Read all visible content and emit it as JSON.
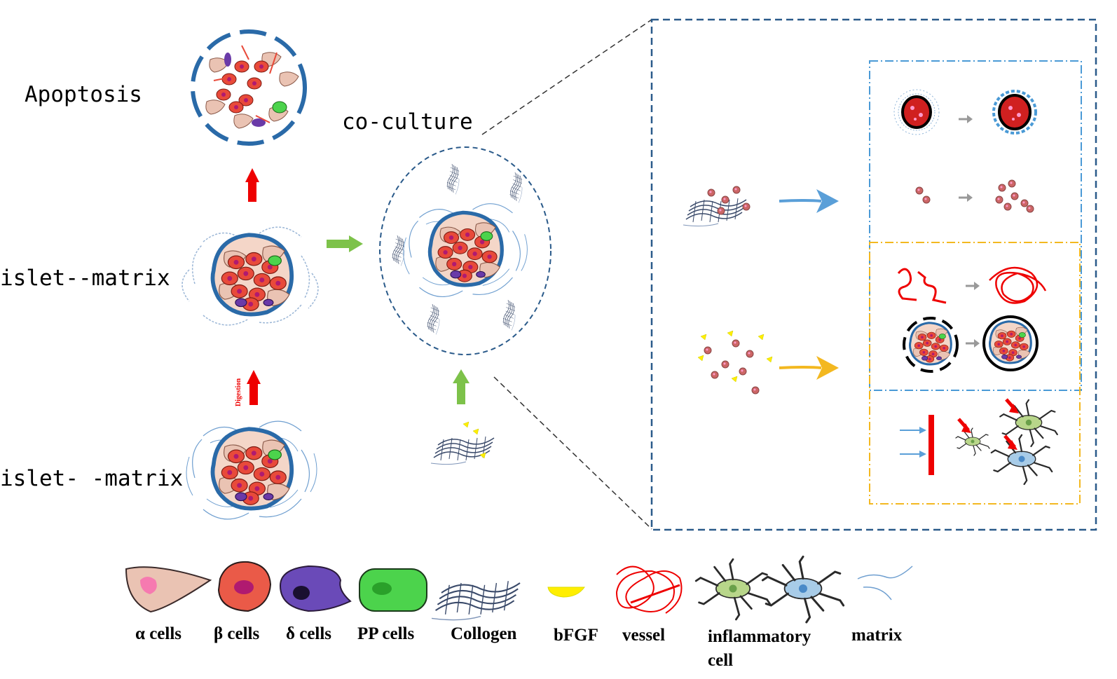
{
  "labels": {
    "apoptosis": "Apoptosis",
    "islet_matrix_upper": "islet--matrix",
    "islet_matrix_lower": "islet- -matrix",
    "co_culture": "co-culture",
    "digestion": "Digestion"
  },
  "legend": {
    "alpha": "α cells",
    "beta": "β cells",
    "delta": "δ cells",
    "pp": "PP cells",
    "collagen": "Collogen",
    "bfgf": "bFGF",
    "vessel": "vessel",
    "inflammatory": "inflammatory",
    "cell": "cell",
    "matrix": "matrix"
  },
  "colors": {
    "alpha_cell": "#eac3b3",
    "beta_cell": "#ea5a48",
    "delta_cell": "#6a4ab8",
    "pp_cell": "#4cd34c",
    "collagen": "#3a4a6a",
    "bfgf": "#ffee00",
    "vessel": "#ee0000",
    "matrix": "#6f9fd0",
    "panel_border": "#2a5a8a",
    "blue_box": "#4a9ad6",
    "yellow_box": "#f3b820",
    "green_arrow": "#7dc24a",
    "red_arrow": "#ee0000"
  },
  "icons": [
    "apoptotic-islet-icon",
    "islet-matrix-icon",
    "collagen-icon",
    "bfgf-icon",
    "vessel-icon",
    "inflammatory-cell-icon",
    "matrix-icon"
  ]
}
